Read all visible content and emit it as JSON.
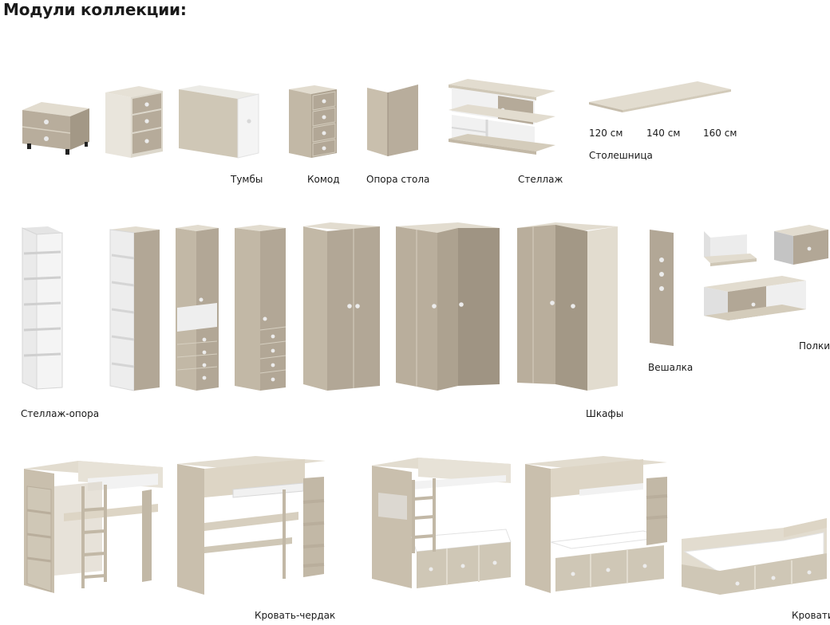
{
  "heading": "Модули коллекции:",
  "labels": {
    "tumby": "Тумбы",
    "komod": "Комод",
    "opora_stola": "Опора стола",
    "stellazh": "Стеллаж",
    "stoleshnica": "Столешница",
    "stellazh_opora": "Стеллаж-опора",
    "shkafy": "Шкафы",
    "veshalka": "Вешалка",
    "polki": "Полки",
    "krovat_cherdak": "Кровать-чердак",
    "krovati": "Кровати"
  },
  "tabletop_sizes": [
    "120 см",
    "140 см",
    "160 см"
  ],
  "colors": {
    "oak_light": "#e2dccf",
    "oak_side": "#cfc7b6",
    "taupe_front": "#b2a796",
    "taupe_dark": "#9c9282",
    "white": "#f4f4f4",
    "handle": "#e9e9e9"
  },
  "icons": [
    "nightstand-icon",
    "drawer-unit-icon",
    "cube-storage-icon",
    "chest-of-drawers-icon",
    "desk-support-icon",
    "shelving-unit-icon",
    "tabletop-icon",
    "corner-shelving-icon",
    "wardrobe-icon",
    "corner-wardrobe-icon",
    "coat-rack-icon",
    "wall-shelf-icon",
    "loft-bed-icon",
    "bunk-bed-icon",
    "single-bed-icon"
  ]
}
